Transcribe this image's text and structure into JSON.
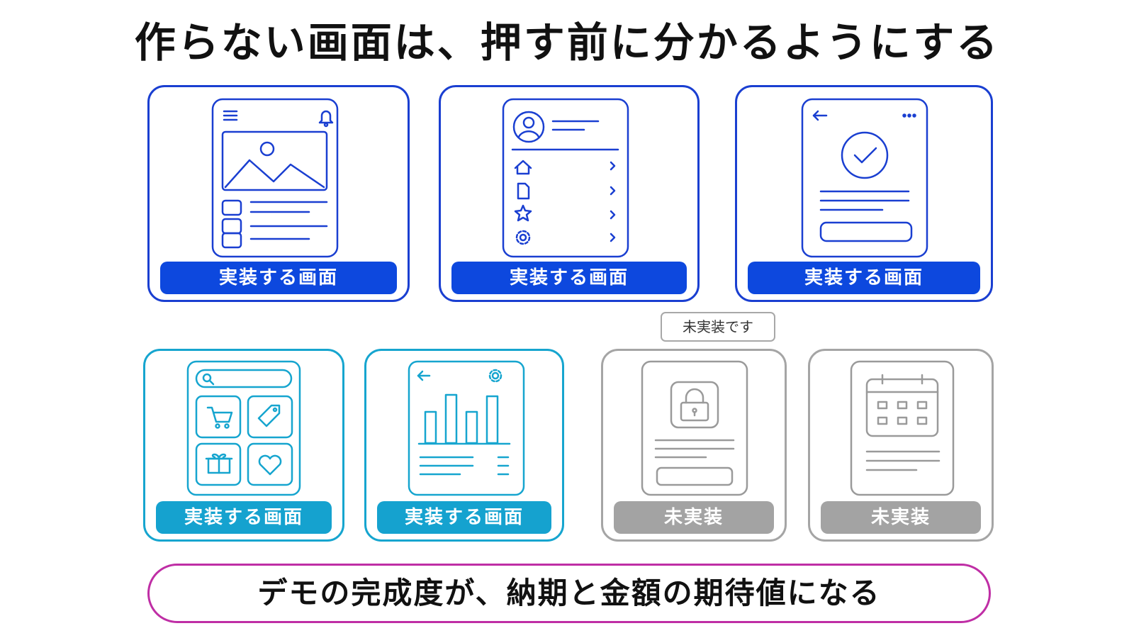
{
  "title": "作らない画面は、押す前に分かるようにする",
  "colors": {
    "blue": "#0d48de",
    "cyan": "#15a2cf",
    "gray": "#a3a3a3",
    "magenta": "#bf2ea5"
  },
  "cards": [
    {
      "label": "実装する画面",
      "status": "implemented",
      "icon": "image-feed-icon"
    },
    {
      "label": "実装する画面",
      "status": "implemented",
      "icon": "profile-menu-icon"
    },
    {
      "label": "実装する画面",
      "status": "implemented",
      "icon": "checkmark-icon"
    },
    {
      "label": "実装する画面",
      "status": "implemented",
      "icon": "shopping-grid-icon"
    },
    {
      "label": "実装する画面",
      "status": "implemented",
      "icon": "bar-chart-icon"
    },
    {
      "label": "未実装",
      "status": "not-implemented",
      "icon": "lock-icon"
    },
    {
      "label": "未実装",
      "status": "not-implemented",
      "icon": "calendar-icon"
    }
  ],
  "tooltip": "未実装です",
  "bottom_message": "デモの完成度が、納期と金額の期待値になる"
}
